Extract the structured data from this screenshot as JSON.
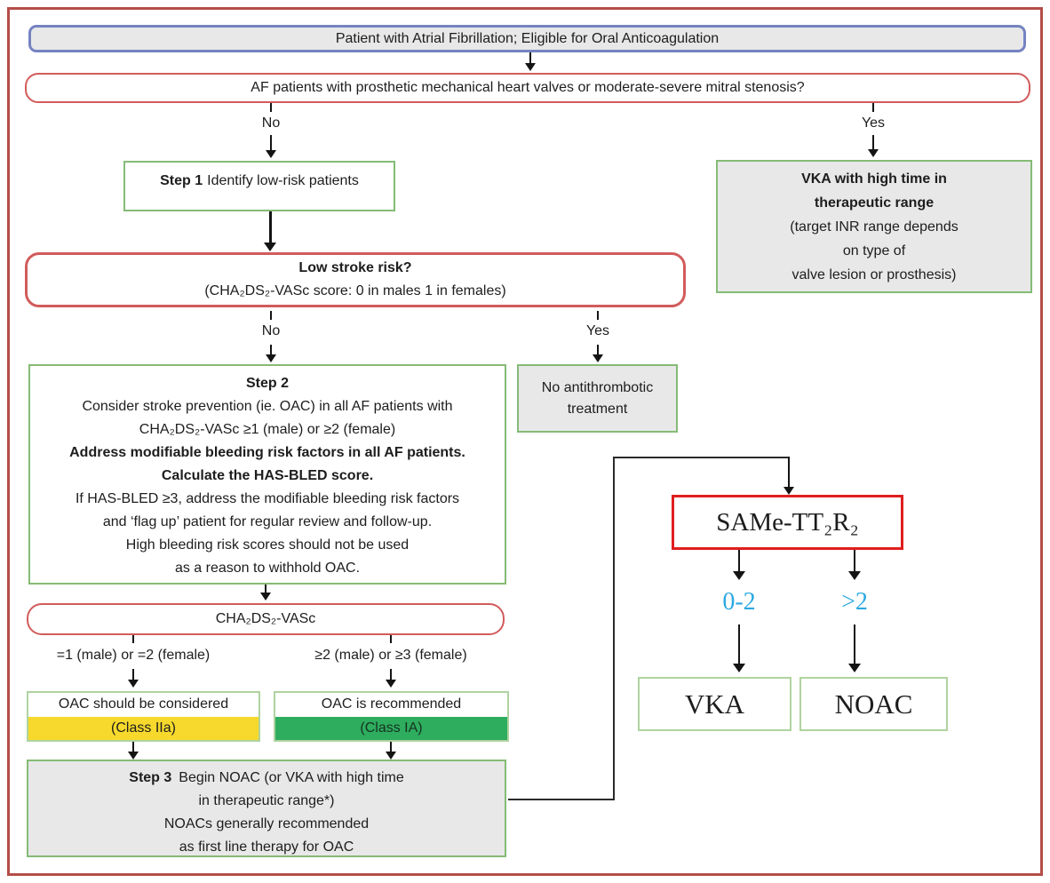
{
  "colors": {
    "outer_frame": "#B44D48",
    "start_border": "#7583C1",
    "question_border": "#D25B5B",
    "green_border": "#85BB76",
    "pale_green_border": "#AFD3A0",
    "grey_fill": "#E8E8E9",
    "yellow_fill": "#F6D92C",
    "green_fill": "#2EAD5F",
    "same_tt_border": "#E01E1E",
    "score_text": "#2CA9E1"
  },
  "nodes": {
    "start": "Patient with Atrial Fibrillation; Eligible for Oral Anticoagulation",
    "valve_question": "AF patients with prosthetic mechanical heart valves or moderate-severe mitral stenosis?",
    "branch_no_1": "No",
    "branch_yes_1": "Yes",
    "step1": {
      "label": "Step 1",
      "text": "Identify low-risk patients"
    },
    "vka_htr": {
      "line1": "VKA with high time in",
      "line2": "therapeutic range",
      "line3": "(target INR range depends",
      "line4": "on type of",
      "line5": "valve lesion or prosthesis)"
    },
    "low_risk": {
      "title": "Low stroke risk?",
      "subtitle": "(CHA₂DS₂-VASc score: 0 in males 1 in females)"
    },
    "branch_no_2": "No",
    "branch_yes_2": "Yes",
    "step2": {
      "line1": "Step 2",
      "line2": "Consider stroke prevention (ie. OAC) in all AF patients with",
      "line3": "CHA₂DS₂-VASc ≥1 (male) or ≥2 (female)",
      "line4": "Address modifiable bleeding risk factors in all AF patients.",
      "line5": "Calculate the HAS-BLED score.",
      "line6": "If HAS-BLED ≥3, address the modifiable bleeding risk factors",
      "line7": "and ‘flag up’ patient for regular review and follow-up.",
      "line8": "High bleeding risk scores should not be used",
      "line9": "as a reason to withhold OAC."
    },
    "no_treatment": "No antithrombotic treatment",
    "cha_vasc": "CHA₂DS₂-VASc",
    "branch_eq": "=1 (male) or =2 (female)",
    "branch_ge": "≥2 (male) or ≥3 (female)",
    "oac_considered": {
      "line1": "OAC should be considered",
      "line2": "(Class IIa)"
    },
    "oac_recommended": {
      "line1": "OAC is recommended",
      "line2": "(Class IA)"
    },
    "step3": {
      "label": "Step 3",
      "line1": "Begin NOAC (or VKA with high time",
      "line2": "in therapeutic range*)",
      "line3": "NOACs generally recommended",
      "line4": "as first line therapy for OAC"
    },
    "same_tt": "SAMe-TT₂R₂",
    "score_low": "0-2",
    "score_high": ">2",
    "vka": "VKA",
    "noac": "NOAC"
  }
}
